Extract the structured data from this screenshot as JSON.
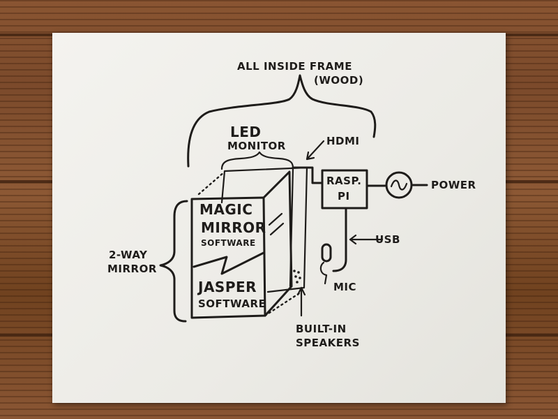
{
  "labels": {
    "frame_line1": "ALL INSIDE FRAME",
    "frame_line2": "(WOOD)",
    "led_line1": "LED",
    "led_line2": "MONITOR",
    "hdmi": "HDMI",
    "rasp_line1": "RASP.",
    "rasp_line2": "PI",
    "power": "POWER",
    "usb": "USB",
    "mic": "MIC",
    "magic_line1": "MAGIC",
    "magic_line2": "MIRROR",
    "magic_line3": "SOFTWARE",
    "jasper_line1": "JASPER",
    "jasper_line2": "SOFTWARE",
    "mirror_line1": "2-WAY",
    "mirror_line2": "MIRROR",
    "speakers_line1": "BUILT-IN",
    "speakers_line2": "SPEAKERS"
  },
  "icons": {
    "power_symbol": "power-ac-icon",
    "mic": "microphone-icon"
  }
}
